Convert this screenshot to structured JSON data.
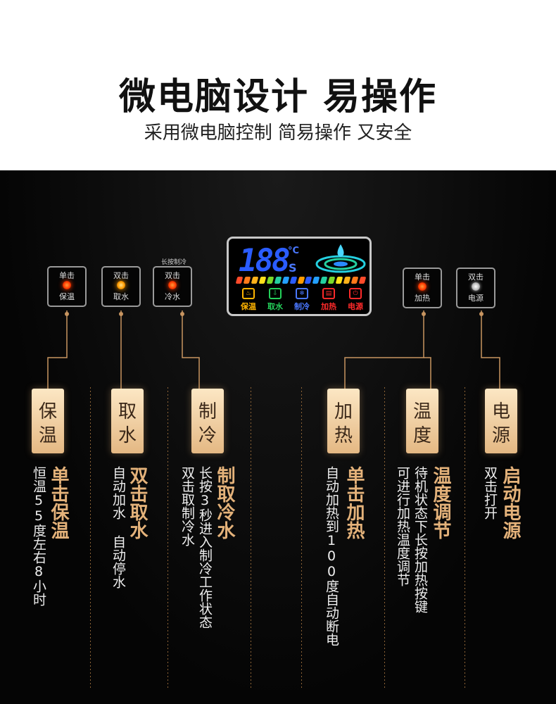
{
  "header": {
    "title": "微电脑设计 易操作",
    "subtitle": "采用微电脑控制 简易操作 又安全"
  },
  "control_panel": {
    "caption_above_cold": "长按制冷",
    "buttons": [
      {
        "id": "keep-warm",
        "top": "单击",
        "bottom": "保温",
        "led": "red"
      },
      {
        "id": "dispense",
        "top": "双击",
        "bottom": "取水",
        "led": "orange"
      },
      {
        "id": "cold",
        "top": "双击",
        "bottom": "冷水",
        "led": "red"
      },
      {
        "id": "heat",
        "top": "单击",
        "bottom": "加热",
        "led": "red"
      },
      {
        "id": "power",
        "top": "双击",
        "bottom": "电源",
        "led": "white"
      }
    ],
    "display": {
      "digits": "188",
      "unit_temp": "°C",
      "unit_time": "S",
      "icons": [
        {
          "label": "保温",
          "symbol": "♨",
          "color": "#ffb400"
        },
        {
          "label": "取水",
          "symbol": "⇩",
          "color": "#24d05a"
        },
        {
          "label": "制冷",
          "symbol": "❄",
          "color": "#4a78ff"
        },
        {
          "label": "加热",
          "symbol": "▤",
          "color": "#ff2a2a"
        },
        {
          "label": "电源",
          "symbol": "⏻",
          "color": "#ff2a2a"
        }
      ],
      "bar_colors": [
        "#ff4a2a",
        "#ff7a1a",
        "#ffb21a",
        "#ffe01a",
        "#7ad82a",
        "#24d0a0",
        "#24a0ff",
        "#2a5cff",
        "#ff9c00",
        "#2a5cff",
        "#24a0ff",
        "#24d0a0",
        "#7ad82a",
        "#ffe01a",
        "#ffb21a",
        "#ff7a1a",
        "#ff4a2a"
      ]
    }
  },
  "features": [
    {
      "name_top": "保",
      "name_bottom": "温",
      "heading": "单击保温",
      "lines": [
        "恒温55度左右8小时"
      ]
    },
    {
      "name_top": "取",
      "name_bottom": "水",
      "heading": "双击取水",
      "lines": [
        "自动加水 自动停水"
      ]
    },
    {
      "name_top": "制",
      "name_bottom": "冷",
      "heading": "制取冷水",
      "lines": [
        "长按3秒进入制冷工作状态",
        "双击取制冷水"
      ]
    },
    {
      "name_top": "加",
      "name_bottom": "热",
      "heading": "单击加热",
      "lines": [
        "自动加热到100度自动断电"
      ]
    },
    {
      "name_top": "温",
      "name_bottom": "度",
      "heading": "温度调节",
      "lines": [
        "待机状态下长按加热按键",
        "可进行加热温度调节"
      ]
    },
    {
      "name_top": "电",
      "name_bottom": "源",
      "heading": "启动电源",
      "lines": [
        "双击打开"
      ]
    }
  ],
  "colors": {
    "accent_gold": "#e4b27a",
    "card_light": "#fce7c4",
    "card_dark": "#e4b883",
    "connector": "#c89560"
  }
}
